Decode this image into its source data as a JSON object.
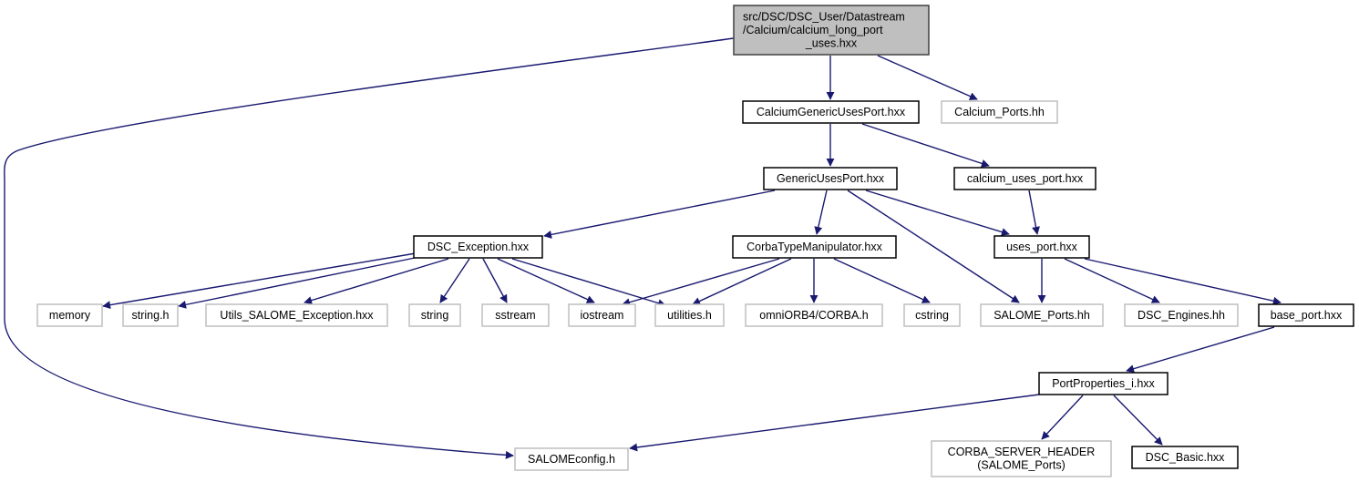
{
  "diagram": {
    "type": "include-dependency-graph",
    "colors": {
      "edge": "#191970",
      "root_fill": "#bfbfbf",
      "root_stroke": "#404040",
      "documented_stroke": "#000000",
      "external_stroke": "#bfbfbf",
      "node_fill": "#ffffff"
    },
    "nodes": [
      {
        "id": "root",
        "lines": [
          "src/DSC/DSC_User/Datastream",
          "/Calcium/calcium_long_port",
          "_uses.hxx"
        ],
        "kind": "root"
      },
      {
        "id": "cgup",
        "lines": [
          "CalciumGenericUsesPort.hxx"
        ],
        "kind": "documented"
      },
      {
        "id": "calports",
        "lines": [
          "Calcium_Ports.hh"
        ],
        "kind": "external"
      },
      {
        "id": "gup",
        "lines": [
          "GenericUsesPort.hxx"
        ],
        "kind": "documented"
      },
      {
        "id": "cup",
        "lines": [
          "calcium_uses_port.hxx"
        ],
        "kind": "documented"
      },
      {
        "id": "dscexc",
        "lines": [
          "DSC_Exception.hxx"
        ],
        "kind": "documented"
      },
      {
        "id": "ctm",
        "lines": [
          "CorbaTypeManipulator.hxx"
        ],
        "kind": "documented"
      },
      {
        "id": "usesport",
        "lines": [
          "uses_port.hxx"
        ],
        "kind": "documented"
      },
      {
        "id": "memory",
        "lines": [
          "memory"
        ],
        "kind": "external"
      },
      {
        "id": "stringh",
        "lines": [
          "string.h"
        ],
        "kind": "external"
      },
      {
        "id": "utilsexc",
        "lines": [
          "Utils_SALOME_Exception.hxx"
        ],
        "kind": "external"
      },
      {
        "id": "string",
        "lines": [
          "string"
        ],
        "kind": "external"
      },
      {
        "id": "sstream",
        "lines": [
          "sstream"
        ],
        "kind": "external"
      },
      {
        "id": "iostream",
        "lines": [
          "iostream"
        ],
        "kind": "external"
      },
      {
        "id": "utilities",
        "lines": [
          "utilities.h"
        ],
        "kind": "external"
      },
      {
        "id": "omniorb",
        "lines": [
          "omniORB4/CORBA.h"
        ],
        "kind": "external"
      },
      {
        "id": "cstring",
        "lines": [
          "cstring"
        ],
        "kind": "external"
      },
      {
        "id": "salomeports",
        "lines": [
          "SALOME_Ports.hh"
        ],
        "kind": "external"
      },
      {
        "id": "dscengines",
        "lines": [
          "DSC_Engines.hh"
        ],
        "kind": "external"
      },
      {
        "id": "baseport",
        "lines": [
          "base_port.hxx"
        ],
        "kind": "documented"
      },
      {
        "id": "portprops",
        "lines": [
          "PortProperties_i.hxx"
        ],
        "kind": "documented"
      },
      {
        "id": "salomeconfig",
        "lines": [
          "SALOMEconfig.h"
        ],
        "kind": "external"
      },
      {
        "id": "corbaserver",
        "lines": [
          "CORBA_SERVER_HEADER",
          "(SALOME_Ports)"
        ],
        "kind": "external"
      },
      {
        "id": "dscbasic",
        "lines": [
          "DSC_Basic.hxx"
        ],
        "kind": "documented"
      }
    ],
    "edges": [
      {
        "from": "root",
        "to": "cgup"
      },
      {
        "from": "root",
        "to": "calports"
      },
      {
        "from": "root",
        "to": "salomeconfig"
      },
      {
        "from": "cgup",
        "to": "gup"
      },
      {
        "from": "cgup",
        "to": "cup"
      },
      {
        "from": "gup",
        "to": "dscexc"
      },
      {
        "from": "gup",
        "to": "ctm"
      },
      {
        "from": "gup",
        "to": "usesport"
      },
      {
        "from": "gup",
        "to": "salomeports"
      },
      {
        "from": "cup",
        "to": "usesport"
      },
      {
        "from": "dscexc",
        "to": "memory"
      },
      {
        "from": "dscexc",
        "to": "stringh"
      },
      {
        "from": "dscexc",
        "to": "utilsexc"
      },
      {
        "from": "dscexc",
        "to": "string"
      },
      {
        "from": "dscexc",
        "to": "sstream"
      },
      {
        "from": "dscexc",
        "to": "iostream"
      },
      {
        "from": "dscexc",
        "to": "utilities"
      },
      {
        "from": "ctm",
        "to": "iostream"
      },
      {
        "from": "ctm",
        "to": "utilities"
      },
      {
        "from": "ctm",
        "to": "omniorb"
      },
      {
        "from": "ctm",
        "to": "cstring"
      },
      {
        "from": "usesport",
        "to": "salomeports"
      },
      {
        "from": "usesport",
        "to": "dscengines"
      },
      {
        "from": "usesport",
        "to": "baseport"
      },
      {
        "from": "baseport",
        "to": "portprops"
      },
      {
        "from": "portprops",
        "to": "salomeconfig"
      },
      {
        "from": "portprops",
        "to": "corbaserver"
      },
      {
        "from": "portprops",
        "to": "dscbasic"
      }
    ]
  }
}
